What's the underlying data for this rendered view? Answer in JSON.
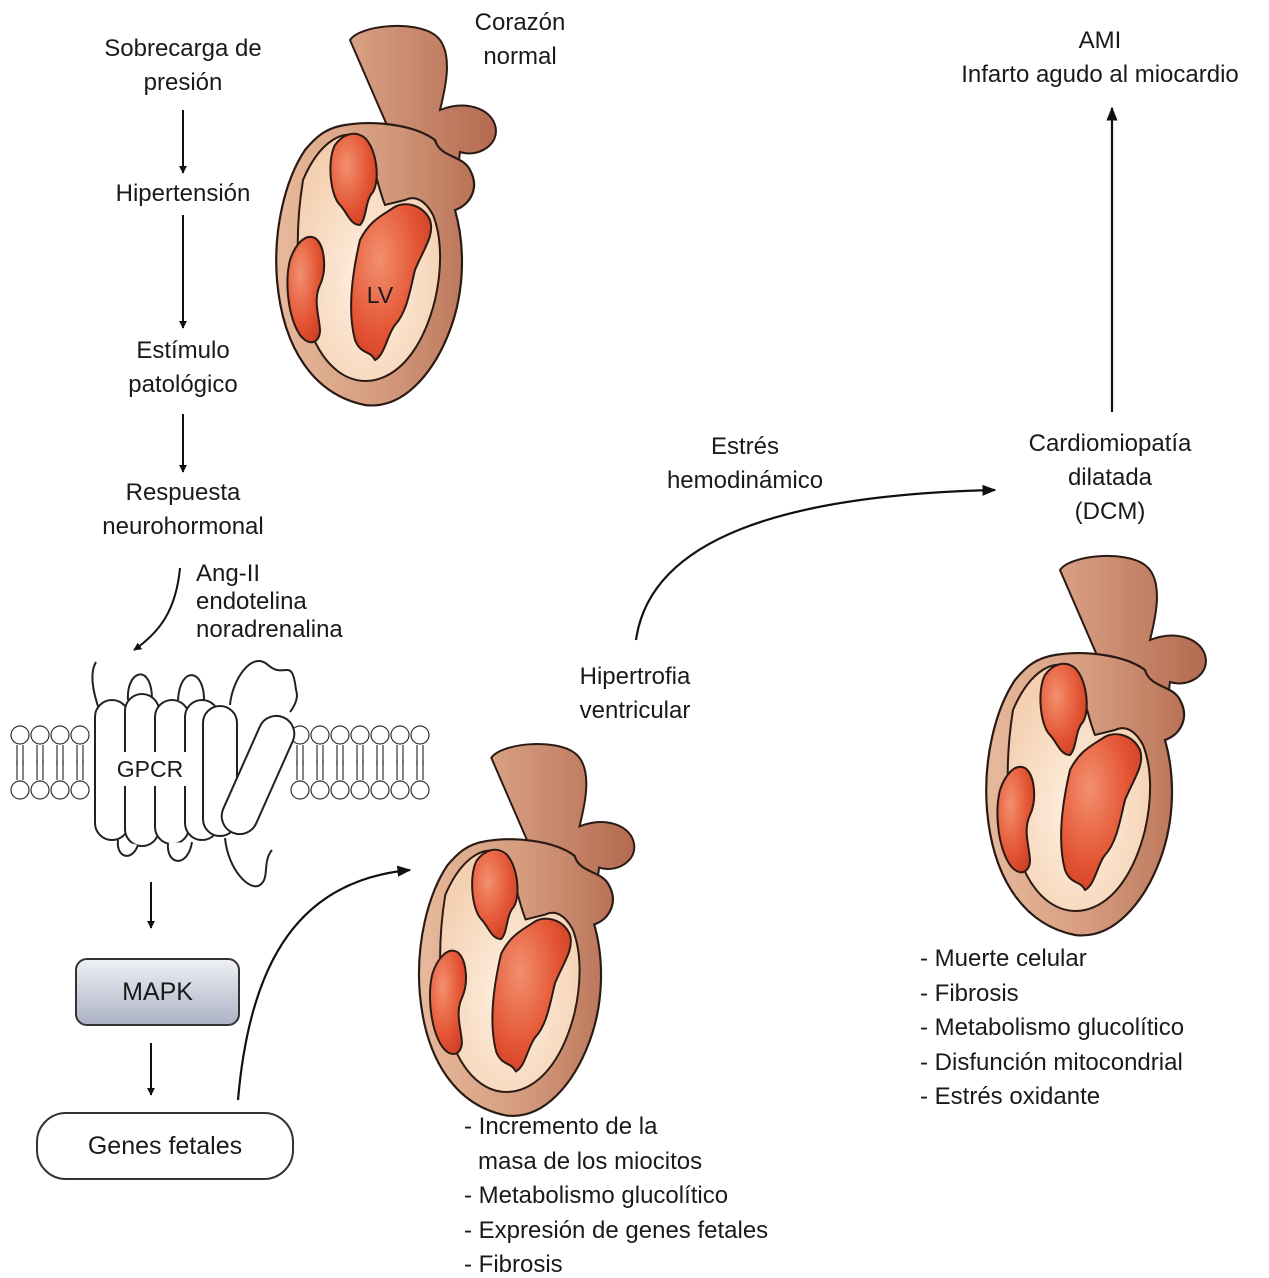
{
  "colors": {
    "heart_outer": "#c98a6e",
    "heart_light": "#fbe3cc",
    "chamber": "#e0452a",
    "outline": "#2a1a14",
    "mapk_fill": "#b9bdcd"
  },
  "pathway": {
    "overload_line1": "Sobrecarga de",
    "overload_line2": "presión",
    "hypertension": "Hipertensión",
    "stimulus_line1": "Estímulo",
    "stimulus_line2": "patológico",
    "response_line1": "Respuesta",
    "response_line2": "neurohormonal",
    "ligands": [
      "Ang-II",
      "endotelina",
      "noradrenalina"
    ],
    "receptor": "GPCR",
    "mapk": "MAPK",
    "fetal_genes": "Genes fetales"
  },
  "normal_heart": {
    "label_line1": "Corazón",
    "label_line2": "normal",
    "lv_label": "LV"
  },
  "hypertrophy": {
    "label_line1": "Hipertrofia",
    "label_line2": "ventricular",
    "features": [
      "- Incremento de la",
      "masa de los miocitos",
      "- Metabolismo glucolítico",
      "- Expresión de genes fetales",
      "- Fibrosis"
    ]
  },
  "stress": {
    "line1": "Estrés",
    "line2": "hemodinámico"
  },
  "dcm": {
    "line1": "Cardiomiopatía",
    "line2": "dilatada",
    "line3": "(DCM)",
    "features": [
      "- Muerte celular",
      "- Fibrosis",
      "- Metabolismo glucolítico",
      "- Disfunción mitocondrial",
      "- Estrés oxidante"
    ]
  },
  "ami": {
    "line1": "AMI",
    "line2": "Infarto agudo al miocardio"
  }
}
